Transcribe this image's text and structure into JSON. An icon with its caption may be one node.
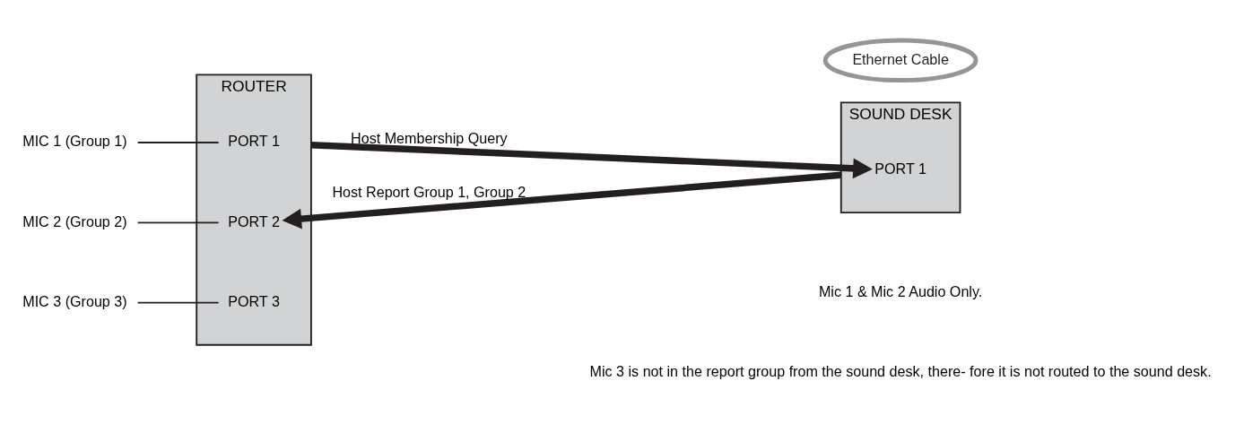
{
  "diagram": {
    "nodes": [
      {
        "text": [
          "MIC 1 (Group 1)"
        ]
      },
      {
        "text": [
          "MIC 2 (Group 2)"
        ]
      },
      {
        "text": [
          "MIC 3 (Group 3)"
        ]
      },
      {
        "text": [
          "ROUTER"
        ]
      },
      {
        "text": [
          "PORT 1"
        ],
        "in": 3
      },
      {
        "text": [
          "PORT 2"
        ],
        "in": 3
      },
      {
        "text": [
          "PORT 3"
        ],
        "in": 3
      },
      {
        "text": [
          "Ethernet Cable"
        ]
      },
      {
        "text": [
          "SOUND DESK"
        ]
      },
      {
        "text": [
          "PORT 1"
        ],
        "in": 8
      }
    ],
    "edges": [
      {
        "from": 0,
        "to": 4,
        "arrow": "none"
      },
      {
        "from": 1,
        "to": 5,
        "arrow": "none"
      },
      {
        "from": 2,
        "to": 6,
        "arrow": "none"
      },
      {
        "from": 3,
        "to": 9,
        "arrow": "to",
        "label": "Host Membership Query",
        "style": "thick"
      },
      {
        "from": 8,
        "to": 5,
        "arrow": "to",
        "label": "Host Report Group 1, Group 2",
        "style": "thick"
      }
    ],
    "labels": [
      "Mic 1 & Mic 2 Audio Only.",
      "Mic 3 is not in the report group from the sound desk, there- fore it is not routed to the sound desk."
    ]
  }
}
